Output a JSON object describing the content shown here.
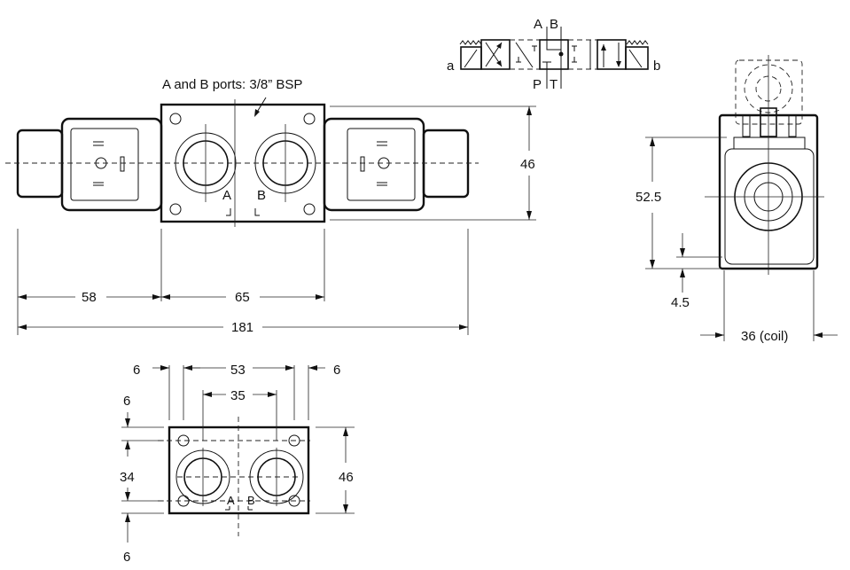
{
  "symbol": {
    "a": "a",
    "b": "b",
    "A": "A",
    "B": "B",
    "P": "P",
    "T": "T"
  },
  "front_view": {
    "port_note": "A and B ports: 3/8” BSP",
    "port_a": "A",
    "port_b": "B",
    "dims": {
      "height": "46",
      "left": "58",
      "middle": "65",
      "overall": "181"
    }
  },
  "side_view": {
    "dims": {
      "height": "52.5",
      "offset": "4.5",
      "coil_width": "36 (coil)"
    }
  },
  "interface_view": {
    "port_a": "A",
    "port_b": "B",
    "dims": {
      "left_edge": "6",
      "hole_spacing": "53",
      "right_edge": "6",
      "port_spacing": "35",
      "top_edge": "6",
      "vertical_spacing": "34",
      "bottom_edge": "6",
      "height": "46"
    }
  }
}
